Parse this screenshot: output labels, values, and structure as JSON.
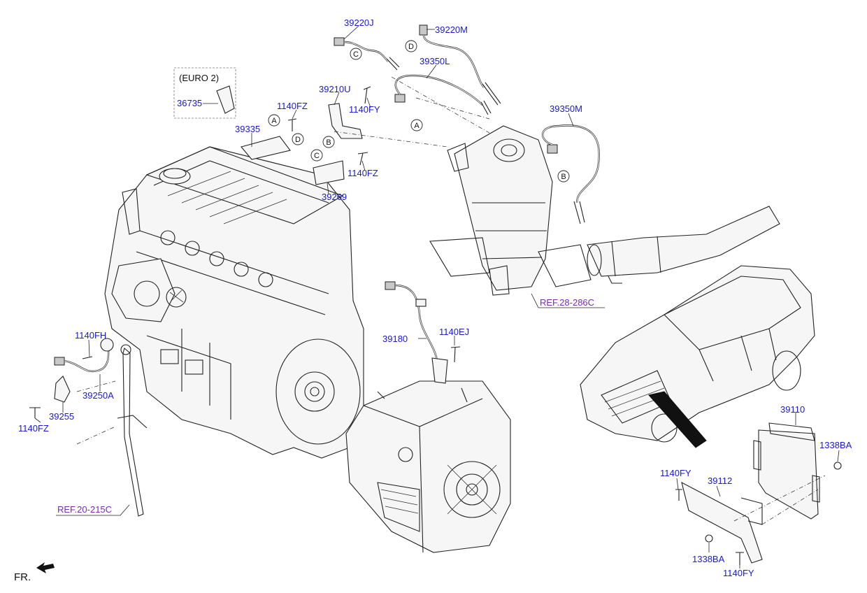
{
  "labels": {
    "p39220J": "39220J",
    "p39220M": "39220M",
    "p39350L": "39350L",
    "pEuro2": "(EURO 2)",
    "p36735": "36735",
    "p39210U": "39210U",
    "p1140FZ_a": "1140FZ",
    "p1140FY_a": "1140FY",
    "p39335": "39335",
    "p39350M": "39350M",
    "p1140FZ_b": "1140FZ",
    "p39269": "39269",
    "ref28": "REF.28-286C",
    "p39180": "39180",
    "p1140EJ": "1140EJ",
    "p1140FH": "1140FH",
    "p39250A": "39250A",
    "p39255": "39255",
    "p1140FZ_c": "1140FZ",
    "ref20": "REF.20-215C",
    "p39110": "39110",
    "p1338BA_a": "1338BA",
    "p1140FY_b": "1140FY",
    "p39112": "39112",
    "p1338BA_b": "1338BA",
    "p1140FY_c": "1140FY",
    "fr": "FR."
  },
  "callouts": {
    "c1": "C",
    "d1": "D",
    "a1": "A",
    "d2": "D",
    "c2": "C",
    "b1": "B",
    "a2": "A",
    "b2": "B"
  },
  "colors": {
    "part_number": "#1a1ad2",
    "reference": "#7a2bb0",
    "line": "#222222"
  }
}
